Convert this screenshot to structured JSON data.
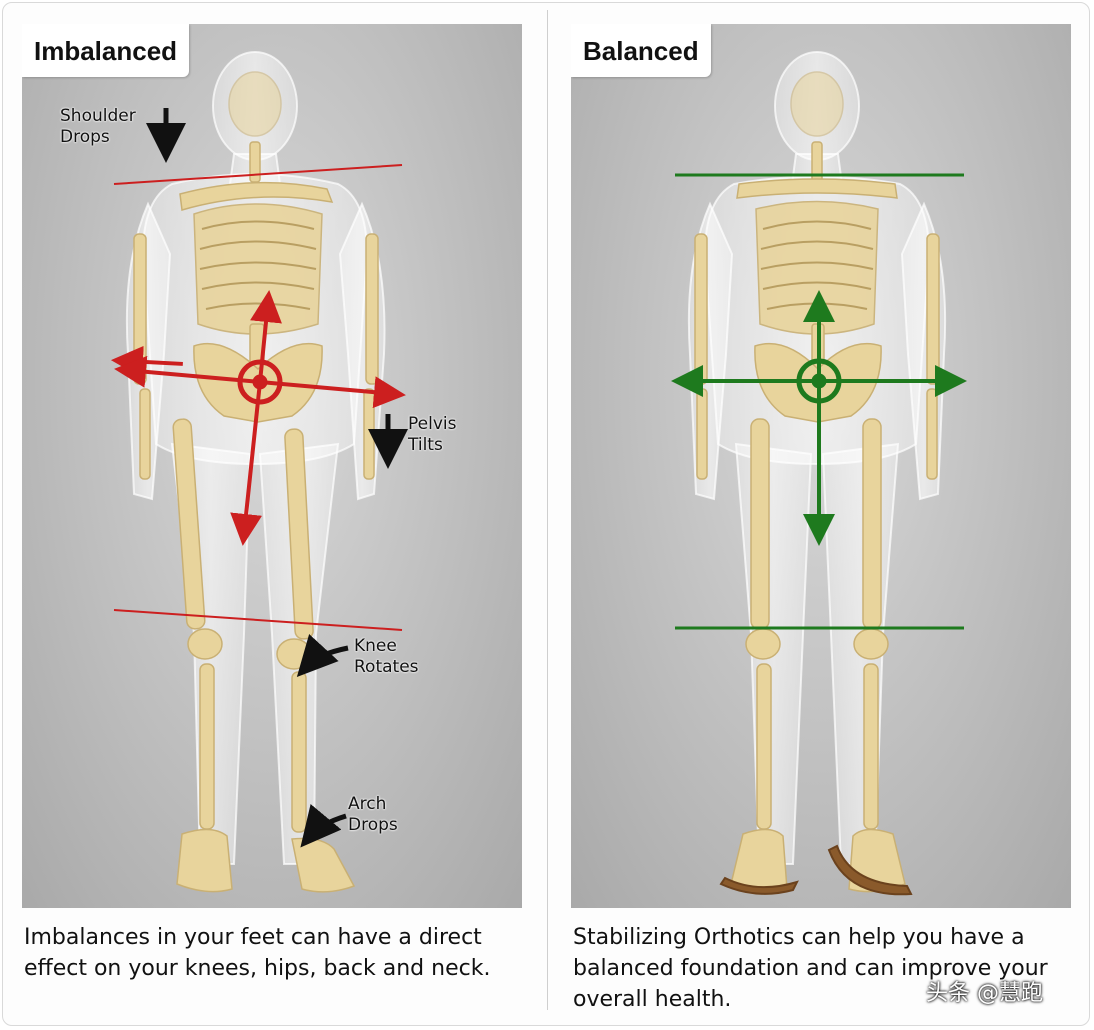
{
  "left_panel": {
    "title": "Imbalanced",
    "annotations": {
      "shoulder": [
        "Shoulder",
        "Drops"
      ],
      "pelvis": [
        "Pelvis",
        "Tilts"
      ],
      "knee": [
        "Knee",
        "Rotates"
      ],
      "arch": [
        "Arch",
        "Drops"
      ]
    },
    "caption": "Imbalances in your feet can have a direct effect on your knees, hips, back and neck.",
    "line_color": "#cc1f1f"
  },
  "right_panel": {
    "title": "Balanced",
    "caption": "Stabilizing Orthotics can help you have a balanced foundation and can improve your overall health.",
    "line_color": "#1e7a1e"
  },
  "watermark": "头条 @慧跑",
  "colors": {
    "bone": "#e8d49c",
    "body": "#eeeeee",
    "insole": "#8a5a2b"
  }
}
